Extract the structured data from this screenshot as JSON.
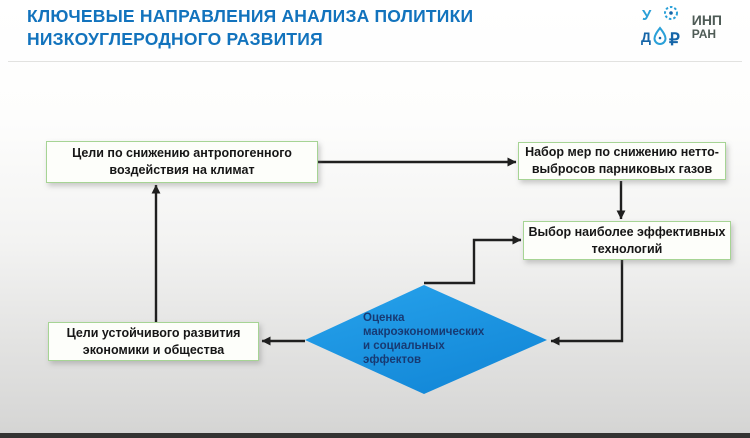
{
  "header": {
    "title_line1": "КЛЮЧЕВЫЕ НАПРАВЛЕНИЯ АНАЛИЗА ПОЛИТИКИ",
    "title_line2": "НИЗКОУГЛЕРОДНОГО РАЗВИТИЯ",
    "title_color": "#1273bd",
    "logo": {
      "icon": "inp-ran-logo",
      "org_line1": "ИНП",
      "org_line2": "РАН"
    }
  },
  "flowchart": {
    "boxes": [
      {
        "id": "climate-impact-goals",
        "lines": [
          "Цели по снижению антропогенного",
          "воздействия на климат"
        ]
      },
      {
        "id": "net-emission-measures",
        "lines": [
          "Набор мер по снижению нетто-",
          "выбросов парниковых газов"
        ]
      },
      {
        "id": "effective-technologies",
        "lines": [
          "Выбор наиболее эффективных",
          "технологий"
        ]
      },
      {
        "id": "sustainable-development-goals",
        "lines": [
          "Цели устойчивого развития",
          "экономики и общества"
        ]
      }
    ],
    "diamond": {
      "id": "effects-assessment",
      "lines": [
        "Оценка",
        "макроэкономических",
        "и социальных",
        "эффектов"
      ]
    },
    "colors": {
      "box_border": "#a6d494",
      "box_fill": "#fdfefa",
      "diamond_fill": "#1e9ae4",
      "diamond_text": "#173a73",
      "arrow": "#1f1f1f",
      "title_blue": "#1273bd"
    }
  }
}
